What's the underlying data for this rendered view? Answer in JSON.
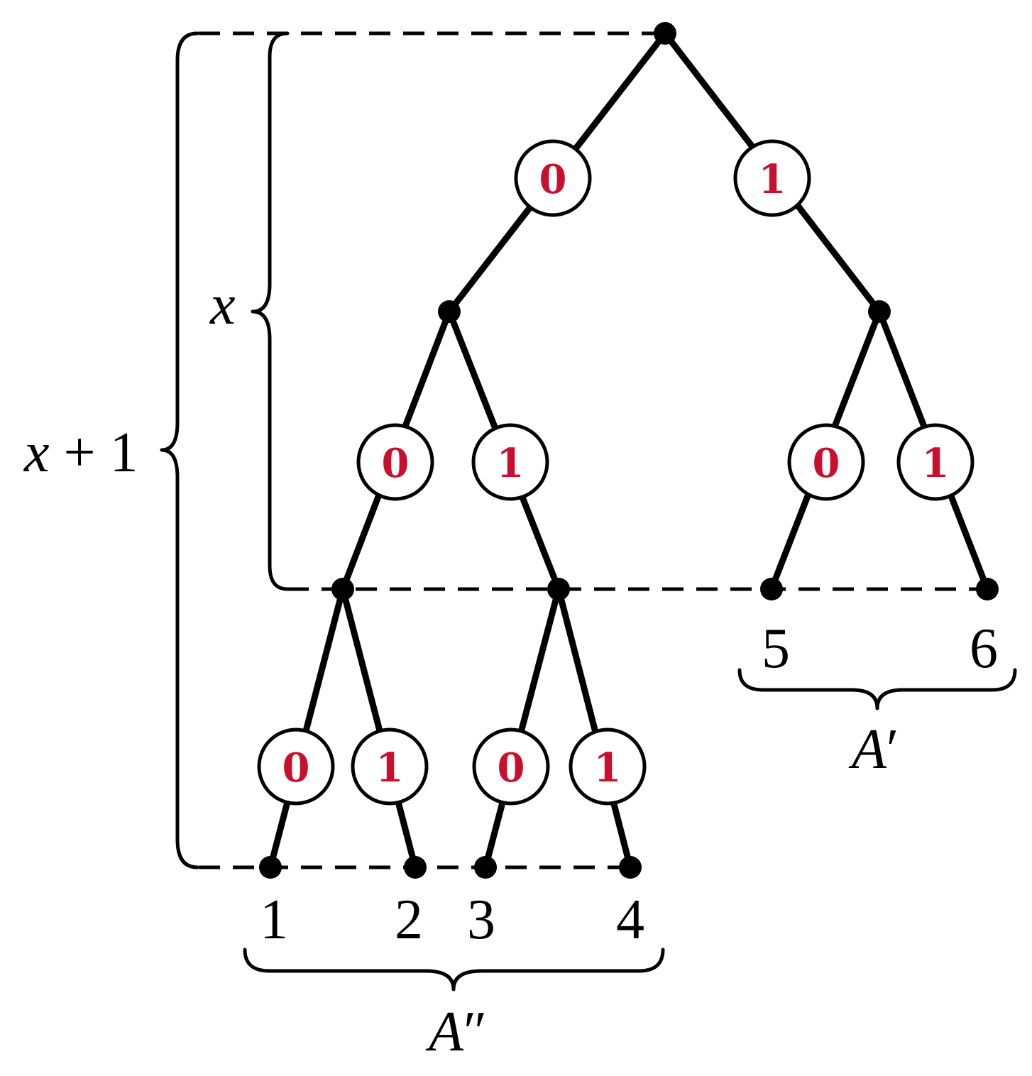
{
  "colors": {
    "line": "#000000",
    "bit_label": "#c8102e",
    "background": "#ffffff"
  },
  "bits": {
    "zero": "0",
    "one": "1"
  },
  "leaves": [
    "1",
    "2",
    "3",
    "4",
    "5",
    "6"
  ],
  "braces": {
    "left_outer": {
      "var": "x",
      "rest": " + 1"
    },
    "left_inner": {
      "var": "x"
    },
    "bottom_left": {
      "name": "A",
      "mark": "″"
    },
    "bottom_right": {
      "name": "A",
      "mark": "′"
    }
  }
}
